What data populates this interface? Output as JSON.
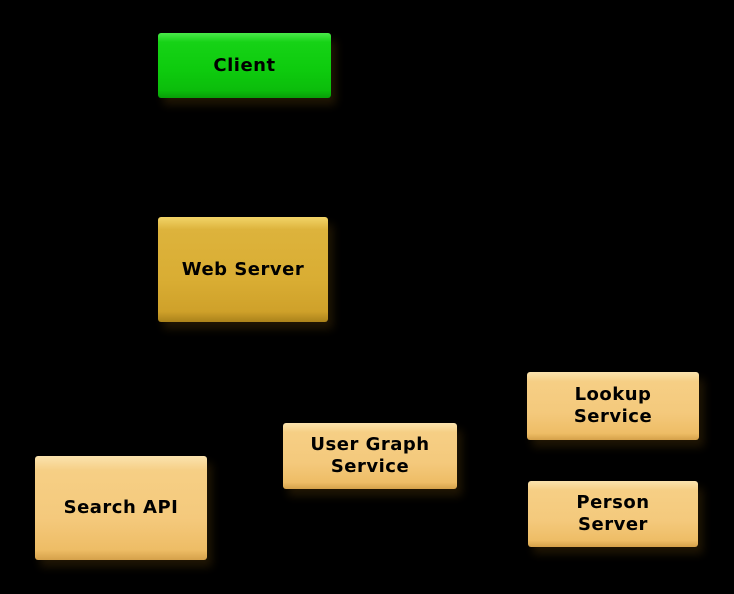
{
  "canvas": {
    "background_color": "#000000"
  },
  "diagram": {
    "type": "architecture-diagram",
    "connectors_visible": false,
    "nodes": [
      {
        "id": "client",
        "label": "Client",
        "fill_color": "#0ecc0e",
        "highlight_color": "#4ae94a",
        "shade_color": "#089e08",
        "text_color": "#000000"
      },
      {
        "id": "web-server",
        "label": "Web Server",
        "fill_color": "#d9ad33",
        "highlight_color": "#f2d468",
        "shade_color": "#aa821b",
        "text_color": "#000000"
      },
      {
        "id": "search-api",
        "label": "Search API",
        "fill_color": "#f4c97c",
        "highlight_color": "#fbe3ae",
        "shade_color": "#d5a14a",
        "text_color": "#000000"
      },
      {
        "id": "user-graph-service",
        "label": "User Graph\nService",
        "fill_color": "#f4c97c",
        "highlight_color": "#fbe3ae",
        "shade_color": "#d5a14a",
        "text_color": "#000000"
      },
      {
        "id": "lookup-service",
        "label": "Lookup\nService",
        "fill_color": "#f4c97c",
        "highlight_color": "#fbe3ae",
        "shade_color": "#d5a14a",
        "text_color": "#000000"
      },
      {
        "id": "person-server",
        "label": "Person\nServer",
        "fill_color": "#f4c97c",
        "highlight_color": "#fbe3ae",
        "shade_color": "#d5a14a",
        "text_color": "#000000"
      }
    ]
  }
}
